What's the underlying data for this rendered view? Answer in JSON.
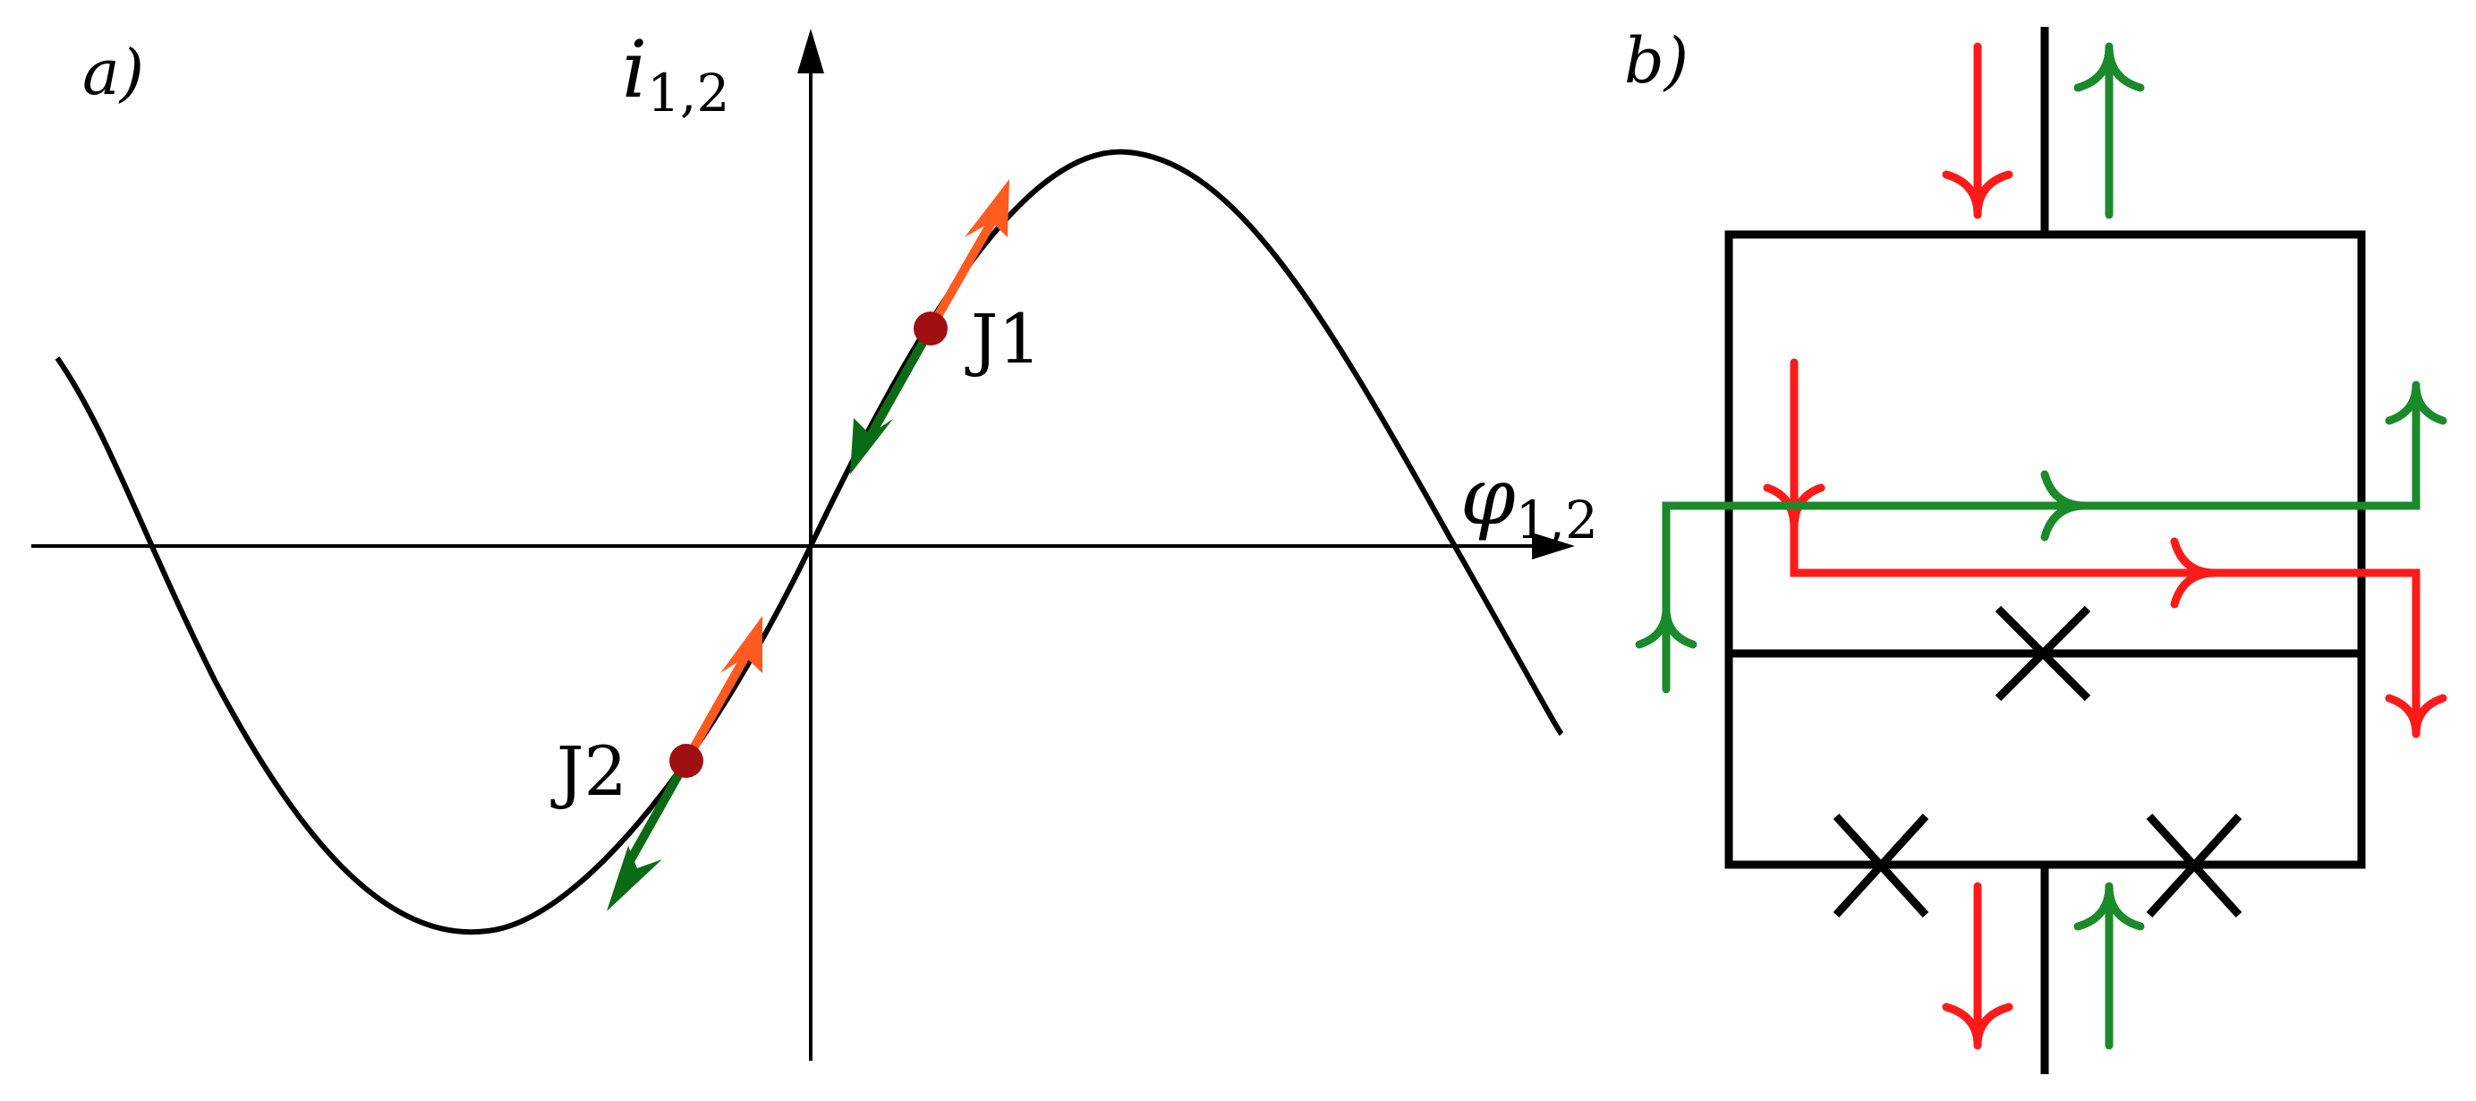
{
  "panel_a": {
    "label": "a)",
    "y_axis_label": "i",
    "y_axis_subscript": "1,2",
    "x_axis_label": "φ",
    "x_axis_subscript": "1,2",
    "junction_labels": [
      "J1",
      "J2"
    ]
  },
  "panel_b": {
    "label": "b)"
  },
  "colors": {
    "curve": "#000000",
    "axis": "#000000",
    "point": "#a01010",
    "arrow_orange": "#ff5a1f",
    "arrow_green": "#0b6b14",
    "current_red": "#ff1a1a",
    "current_green": "#1a8a2a",
    "circuit": "#000000"
  },
  "icons": [
    "arrow-up-icon",
    "arrow-down-icon",
    "josephson-junction-icon"
  ]
}
